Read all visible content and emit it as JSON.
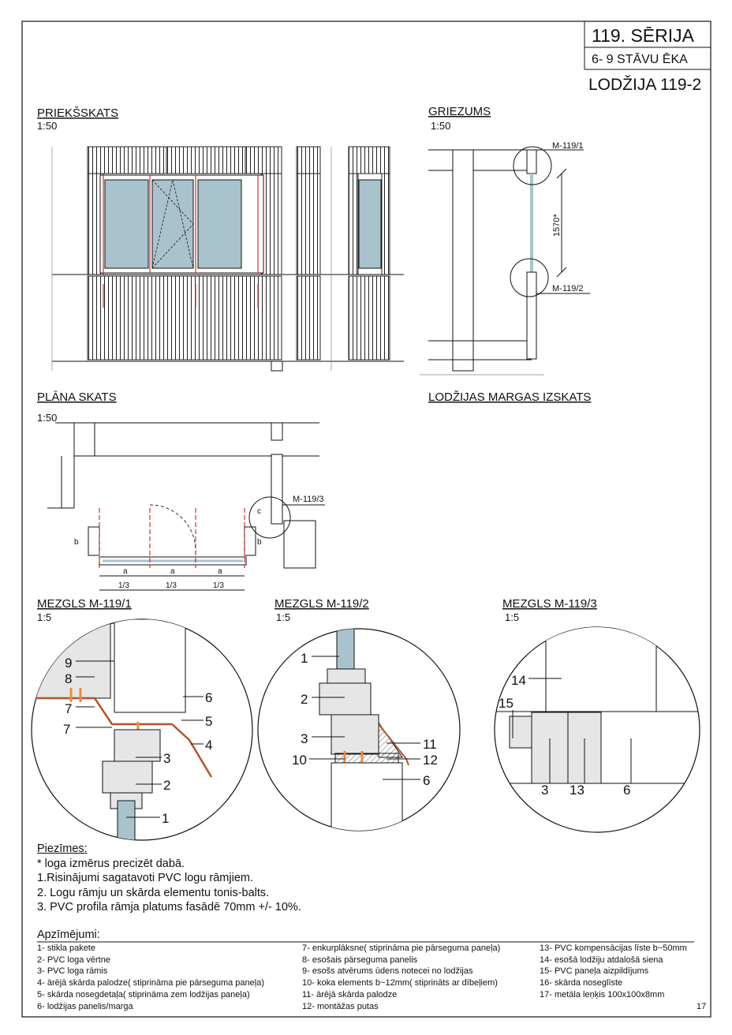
{
  "title_block": {
    "series": "119. SĒRIJA",
    "building": "6- 9 STĀVU ĒKA",
    "loggia": "LODŽIJA 119-2"
  },
  "views": {
    "front": {
      "title": "PRIEKŠSKATS",
      "scale": "1:50"
    },
    "section": {
      "title": "GRIEZUMS",
      "scale": "1:50",
      "dimension": "1570*",
      "ref_top": "M-119/1",
      "ref_bottom": "M-119/2"
    },
    "plan": {
      "title": "PLĀNA SKATS",
      "scale": "1:50",
      "ref": "M-119/3",
      "dim_a": "a",
      "dim_b": "b",
      "dim_c": "c",
      "third": "1/3"
    },
    "railing": {
      "title": "LODŽIJAS MARGAS IZSKATS"
    }
  },
  "details": [
    {
      "title": "MEZGLS M-119/1",
      "scale": "1:5",
      "callouts": [
        "9",
        "8",
        "7",
        "7",
        "6",
        "5",
        "4",
        "3",
        "2",
        "1"
      ]
    },
    {
      "title": "MEZGLS M-119/2",
      "scale": "1:5",
      "callouts": [
        "1",
        "2",
        "3",
        "11",
        "10",
        "12",
        "6"
      ]
    },
    {
      "title": "MEZGLS M-119/3",
      "scale": "1:5",
      "callouts": [
        "14",
        "15",
        "3",
        "13",
        "6"
      ]
    }
  ],
  "notes": {
    "heading": "Piezīmes:",
    "items": [
      "* loga izmērus precizēt dabā.",
      "1.Risinājumi sagatavoti PVC logu rāmjiem.",
      "2. Logu rāmju un skārda elementu tonis-balts.",
      "3. PVC profila rāmja platums fasādē 70mm +/- 10%."
    ]
  },
  "legend": {
    "heading": "Apzīmējumi:",
    "col1": [
      "1- stikla pakete",
      "2- PVC loga vērtne",
      "3- PVC loga rāmis",
      "4- ārējā skārda palodze( stiprināma pie pārseguma paneļa)",
      "5- skārda nosegdetaļa( stiprināma zem lodžijas paneļa)",
      "6- lodžijas panelis/marga"
    ],
    "col2": [
      "7- enkurplāksne( stiprināma pie pārseguma paneļa)",
      "8- esošais pārseguma panelis",
      "9- esošs atvērums ūdens notecei no lodžijas",
      "10- koka elements b~12mm( stiprināts ar dībeļiem)",
      "11- ārējā skārda palodze",
      "12- montāžas putas"
    ],
    "col3": [
      "13- PVC kompensācijas līste b~50mm",
      "14- esošā lodžiju atdalošā siena",
      "15- PVC paneļa aizpildījums",
      "16- skārda noseglīste",
      "17- metāla leņķis 100x100x8mm"
    ]
  },
  "page_number": "17",
  "colors": {
    "glass": "#a9c3cc",
    "sill": "#b4542a",
    "anchor": "#f08c3a",
    "red_line": "#d03030",
    "line": "#111111",
    "grey": "#e6e6e6"
  }
}
